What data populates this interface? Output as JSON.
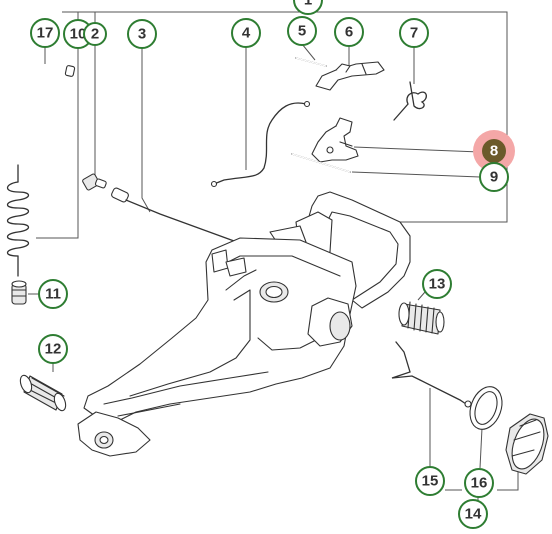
{
  "colors": {
    "callout_border": "#2e7d32",
    "callout_text": "#333333",
    "highlight_halo": "#f4a7a7",
    "highlight_fill": "#6b5a2a",
    "highlight_text": "#ffffff",
    "line": "#333333"
  },
  "callouts": {
    "c1": "1",
    "c2": "2",
    "c3": "3",
    "c4": "4",
    "c5": "5",
    "c6": "6",
    "c7": "7",
    "c8": "8",
    "c9": "9",
    "c10": "10",
    "c11": "11",
    "c12": "12",
    "c13": "13",
    "c14": "14",
    "c15": "15",
    "c16": "16",
    "c17": "17"
  },
  "selected_part": "8"
}
